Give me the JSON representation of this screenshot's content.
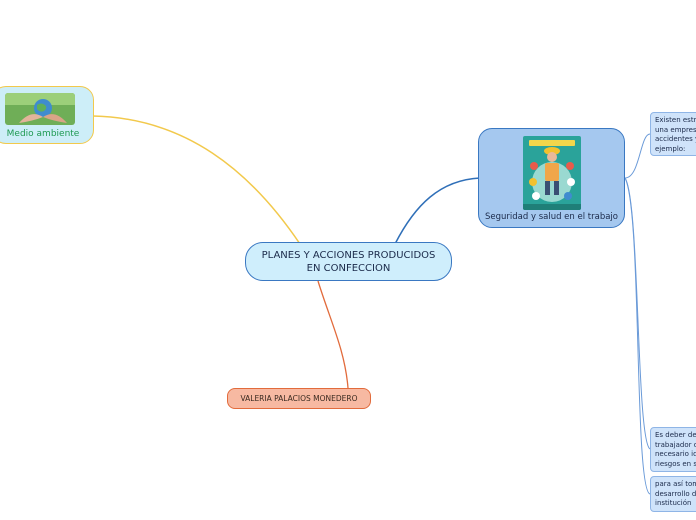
{
  "central": {
    "lines": [
      "PLANES Y ACCIONES PRODUCIDOS",
      "EN CONFECCION"
    ]
  },
  "medio_ambiente": {
    "label": "Medio ambiente"
  },
  "seguridad": {
    "label": "Seguridad y salud en el trabajo"
  },
  "author": {
    "label": "VALERIA PALACIOS MONEDERO"
  },
  "notes": [
    {
      "lines": [
        "Existen estra",
        "una empresa",
        "accidentes y",
        "ejemplo:"
      ]
    },
    {
      "lines": [
        "Es deber del",
        "trabajador d",
        "necesario id",
        "riesgos en s"
      ]
    },
    {
      "lines": [
        "para así tom",
        "desarrollo d",
        "institución"
      ]
    }
  ],
  "colors": {
    "medio_link": "#f2c94c",
    "seguridad_link": "#2f6fb8",
    "author_link": "#e26b3c",
    "notes_link": "#6a9ad8"
  }
}
